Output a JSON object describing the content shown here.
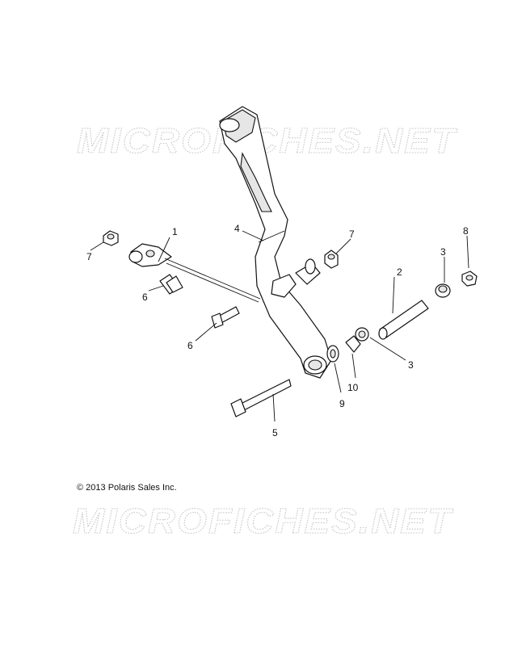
{
  "watermark": {
    "text": "MICROFICHES.NET"
  },
  "copyright": "© 2013 Polaris Sales Inc.",
  "callouts": [
    "1",
    "2",
    "3",
    "3",
    "4",
    "5",
    "6",
    "6",
    "7",
    "7",
    "8",
    "9",
    "10"
  ]
}
